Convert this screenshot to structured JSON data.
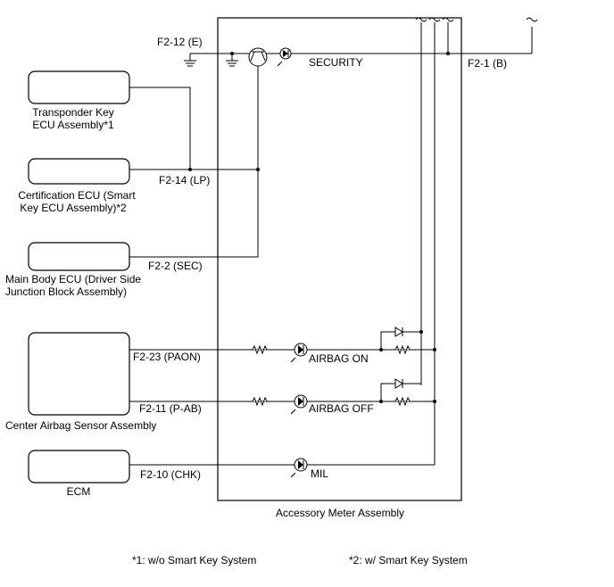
{
  "connectors": {
    "e": "F2-12 (E)",
    "b": "F2-1 (B)",
    "lp": "F2-14 (LP)",
    "sec": "F2-2 (SEC)",
    "paon": "F2-23 (PAON)",
    "pab": "F2-11 (P-AB)",
    "chk": "F2-10 (CHK)"
  },
  "components": {
    "transponder": [
      "Transponder Key",
      "ECU Assembly*1"
    ],
    "certification": [
      "Certification ECU (Smart",
      "Key ECU Assembly)*2"
    ],
    "main_body": [
      "Main Body ECU (Driver Side",
      "Junction Block Assembly)"
    ],
    "airbag_sensor": "Center Airbag Sensor Assembly",
    "ecm": "ECM",
    "meter": "Accessory Meter Assembly"
  },
  "indicators": {
    "security": "SECURITY",
    "airbag_on": "AIRBAG ON",
    "airbag_off": "AIRBAG OFF",
    "mil": "MIL"
  },
  "notes": {
    "note1": "*1: w/o Smart Key System",
    "note2": "*2: w/ Smart Key System"
  },
  "icons": [
    "ground-icon",
    "transistor-icon",
    "led-icon",
    "resistor-icon",
    "diode-icon",
    "wave-break-icon"
  ]
}
